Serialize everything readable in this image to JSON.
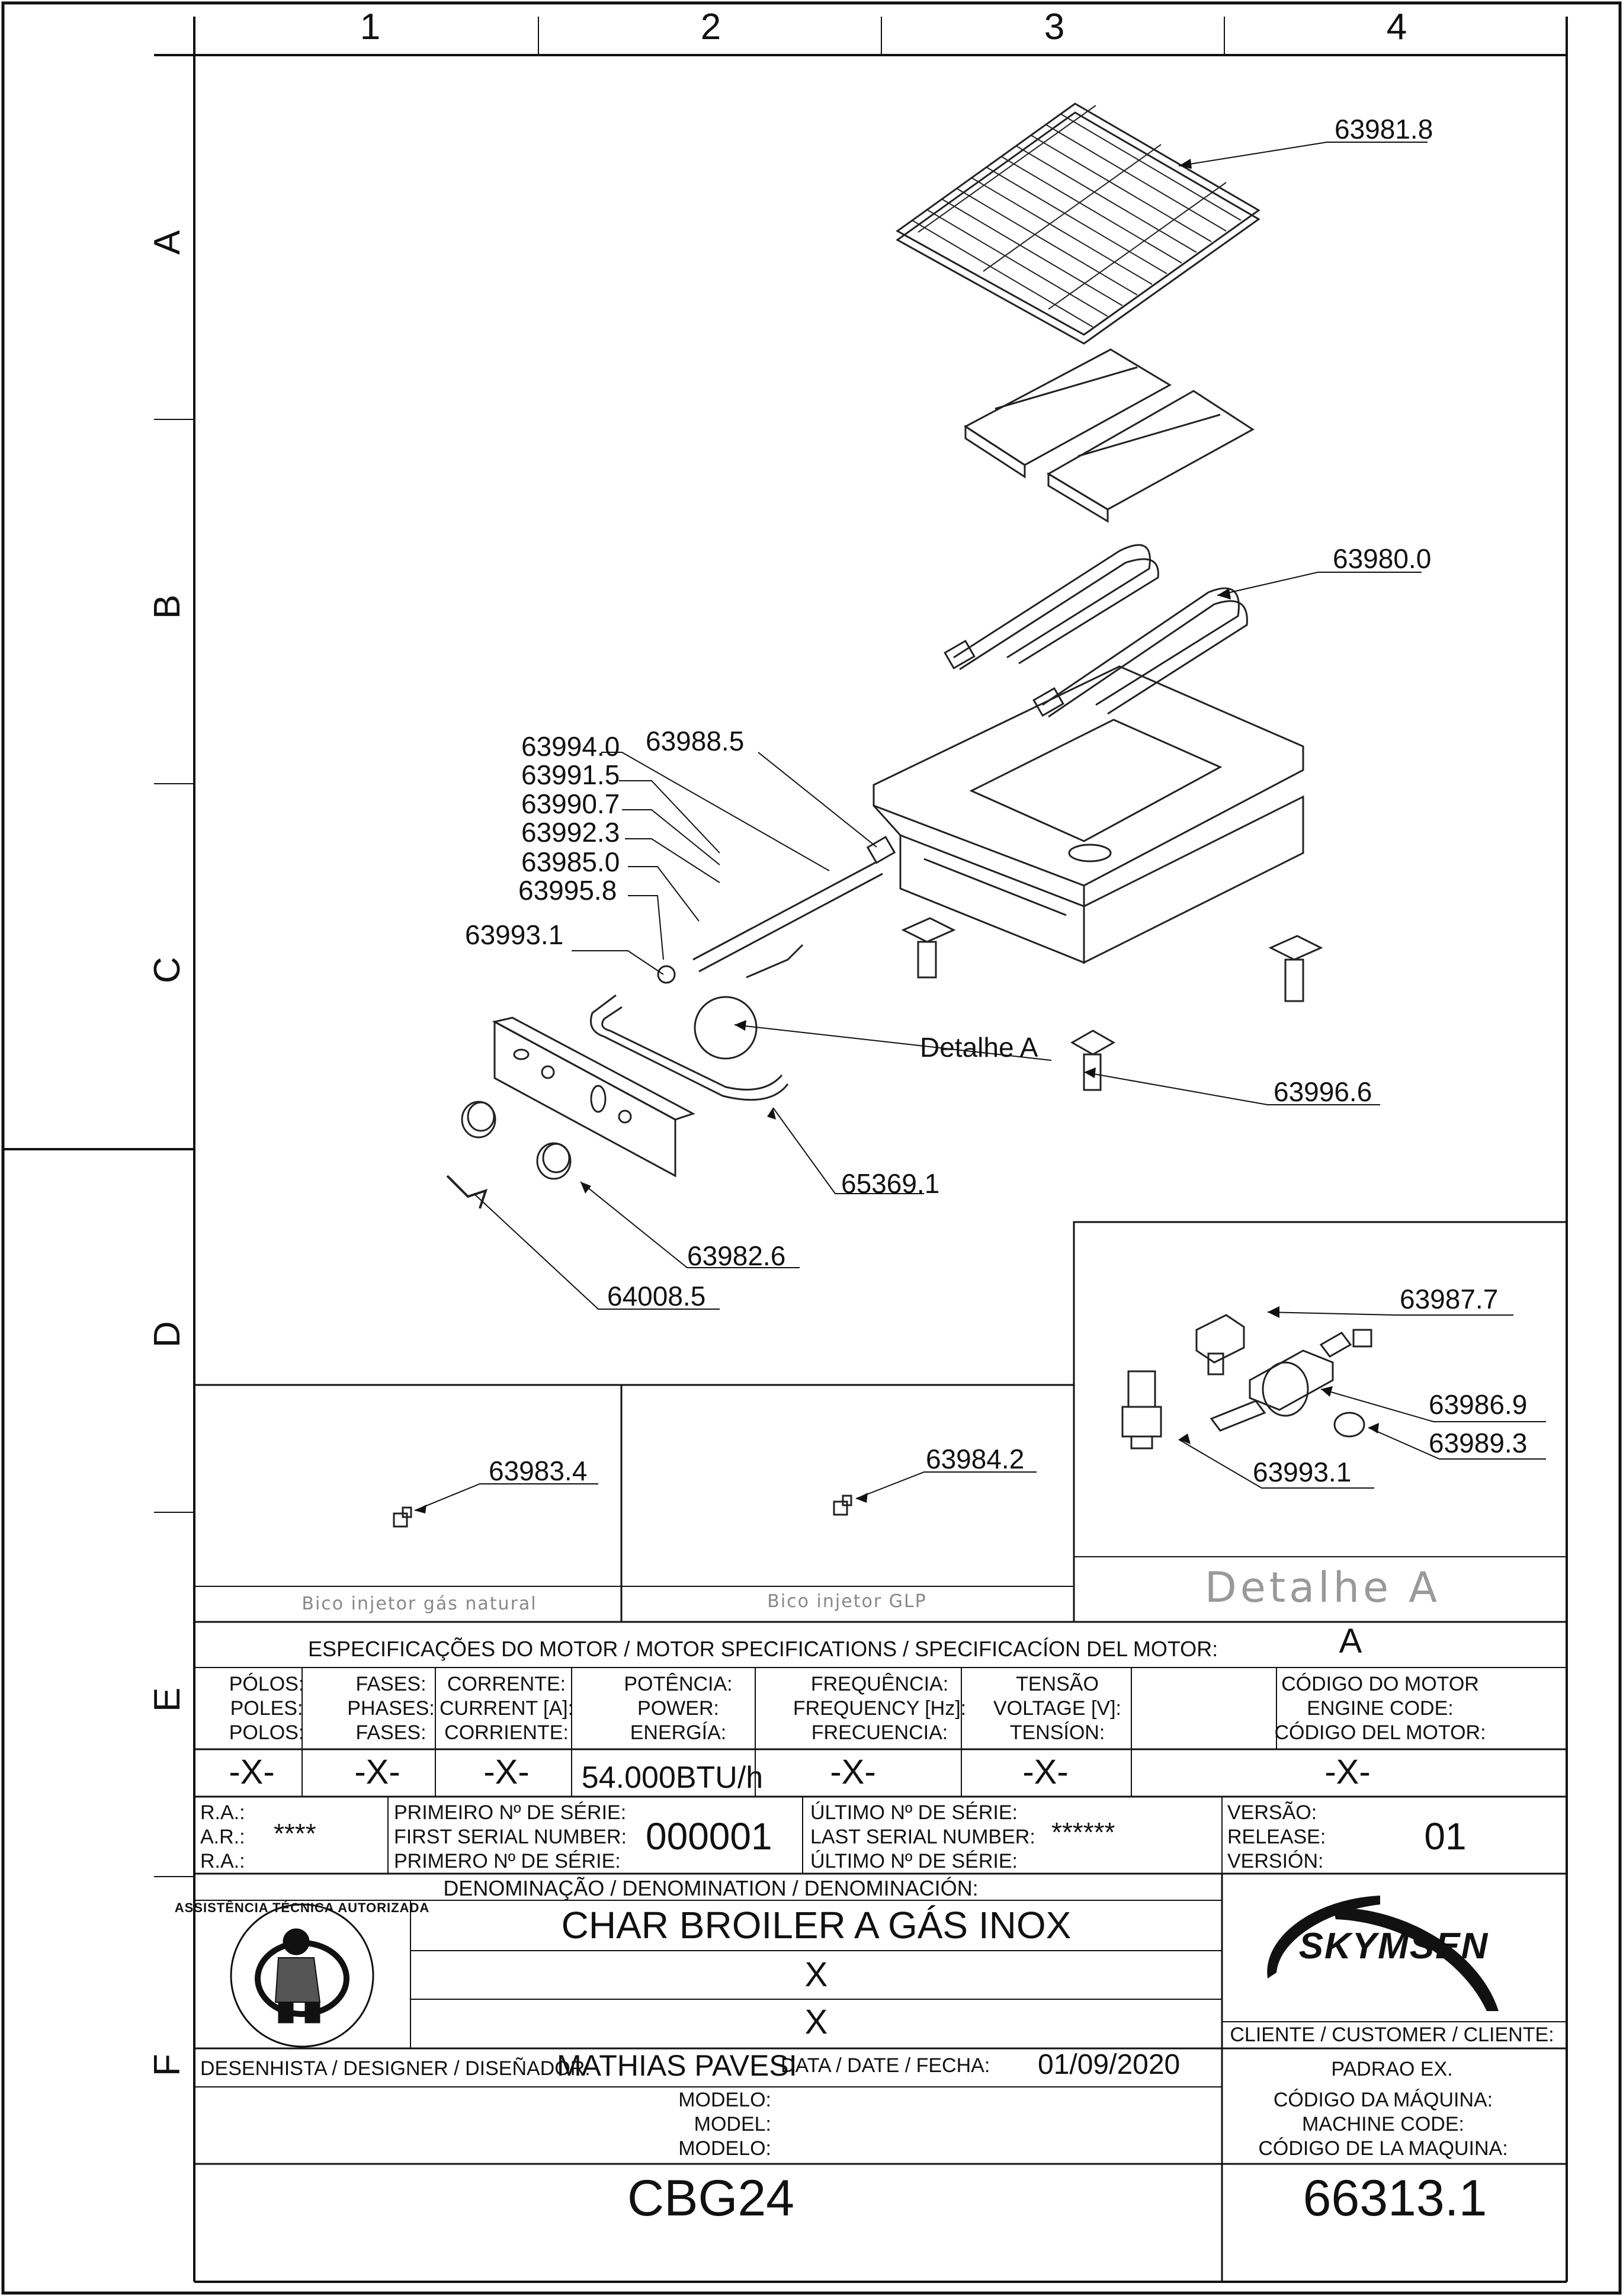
{
  "grid": {
    "columns": [
      "1",
      "2",
      "3",
      "4"
    ],
    "rows": [
      "A",
      "B",
      "C",
      "D",
      "E",
      "F"
    ]
  },
  "parts": [
    {
      "id": "p-63981",
      "label": "63981.8"
    },
    {
      "id": "p-63980",
      "label": "63980.0"
    },
    {
      "id": "p-63994",
      "label": "63994.0"
    },
    {
      "id": "p-63988",
      "label": "63988.5"
    },
    {
      "id": "p-63991",
      "label": "63991.5"
    },
    {
      "id": "p-63990",
      "label": "63990.7"
    },
    {
      "id": "p-63992",
      "label": "63992.3"
    },
    {
      "id": "p-63985",
      "label": "63985.0"
    },
    {
      "id": "p-63995",
      "label": "63995.8"
    },
    {
      "id": "p-63993",
      "label": "63993.1"
    },
    {
      "id": "p-63996",
      "label": "63996.6"
    },
    {
      "id": "p-65369",
      "label": "65369.1"
    },
    {
      "id": "p-63982",
      "label": "63982.6"
    },
    {
      "id": "p-64008",
      "label": "64008.5"
    },
    {
      "id": "p-63983",
      "label": "63983.4"
    },
    {
      "id": "p-63984",
      "label": "63984.2"
    },
    {
      "id": "p-63987",
      "label": "63987.7"
    },
    {
      "id": "p-63986",
      "label": "63986.9"
    },
    {
      "id": "p-63989",
      "label": "63989.3"
    },
    {
      "id": "p-63993b",
      "label": "63993.1"
    }
  ],
  "detail_callout": "Detalhe A",
  "detail_title": "Detalhe A",
  "nozzle_natural": "Bico injetor gás natural",
  "nozzle_glp": "Bico injetor GLP",
  "motor": {
    "title": "ESPECIFICAÇÕES DO MOTOR / MOTOR SPECIFICATIONS / SPECIFICACÍON DEL MOTOR:",
    "letter": "A",
    "headers": [
      [
        "PÓLOS:",
        "POLES:",
        "POLOS:"
      ],
      [
        "FASES:",
        "PHASES:",
        "FASES:"
      ],
      [
        "CORRENTE:",
        "CURRENT [A]:",
        "CORRIENTE:"
      ],
      [
        "POTÊNCIA:",
        "POWER:",
        "ENERGÍA:"
      ],
      [
        "FREQUÊNCIA:",
        "FREQUENCY [Hz]:",
        "FRECUENCIA:"
      ],
      [
        "TENSÃO",
        "VOLTAGE [V]:",
        "TENSÍON:"
      ],
      [
        "CÓDIGO DO MOTOR",
        "ENGINE CODE:",
        "CÓDIGO DEL MOTOR:"
      ]
    ],
    "values": [
      "-X-",
      "-X-",
      "-X-",
      "54.000BTU/h",
      "-X-",
      "-X-",
      "-X-"
    ]
  },
  "ra": {
    "labels": [
      "R.A.:",
      "A.R.:",
      "R.A.:"
    ],
    "value": "****"
  },
  "first_serial": {
    "labels": [
      "PRIMEIRO Nº DE SÉRIE:",
      "FIRST SERIAL NUMBER:",
      "PRIMERO Nº DE SÉRIE:"
    ],
    "value": "000001"
  },
  "last_serial": {
    "labels": [
      "ÚLTIMO Nº DE SÉRIE:",
      "LAST SERIAL NUMBER:",
      "ÚLTIMO Nº DE SÉRIE:"
    ],
    "value": "******"
  },
  "version": {
    "labels": [
      "VERSÃO:",
      "RELEASE:",
      "VERSIÓN:"
    ],
    "value": "01"
  },
  "denomination": {
    "label": "DENOMINAÇÃO / DENOMINATION / DENOMINACIÓN:",
    "lines": [
      "CHAR BROILER A GÁS INOX",
      "X",
      "X"
    ]
  },
  "logo_text": "ASSISTÊNCIA TÉCNICA AUTORIZADA",
  "brand": "SKYMSEN",
  "client": {
    "label": "CLIENTE / CUSTOMER / CLIENTE:",
    "value": "PADRAO EX."
  },
  "designer": {
    "label": "DESENHISTA / DESIGNER / DISEÑADOR:",
    "value": "MATHIAS PAVESI"
  },
  "date": {
    "label": "DATA / DATE / FECHA:",
    "value": "01/09/2020"
  },
  "model": {
    "labels": [
      "MODELO:",
      "MODEL:",
      "MODELO:"
    ],
    "value": "CBG24"
  },
  "machine_code": {
    "labels": [
      "CÓDIGO DA MÁQUINA:",
      "MACHINE CODE:",
      "CÓDIGO DE LA MAQUINA:"
    ],
    "value": "66313.1"
  }
}
